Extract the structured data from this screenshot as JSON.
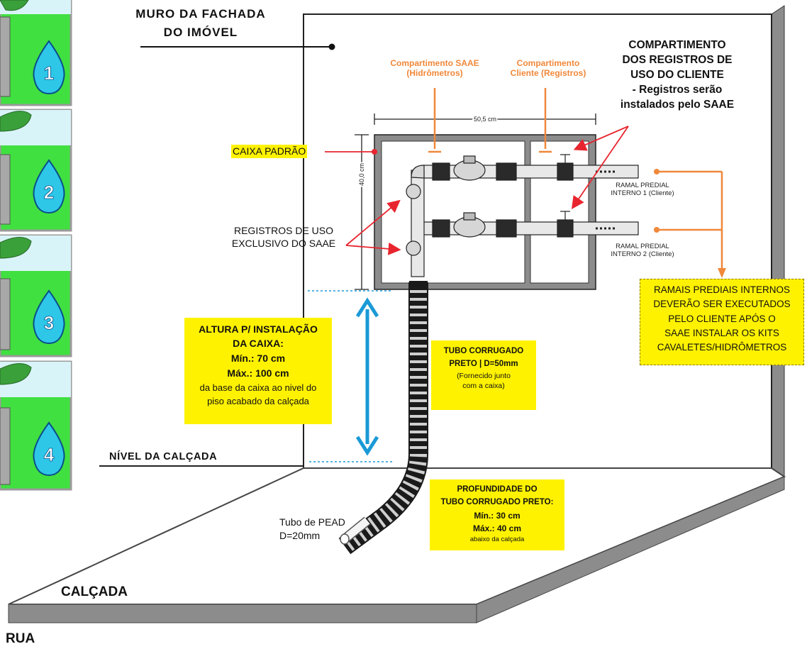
{
  "labels": {
    "wall_title": [
      "MURO DA FACHADA",
      "DO IMÓVEL"
    ],
    "comp_saae": [
      "Compartimento SAAE",
      "(Hidrômetros)"
    ],
    "comp_cliente": [
      "Compartimento",
      "Cliente (Registros)"
    ],
    "client_comp": [
      "COMPARTIMENTO",
      "DOS REGISTROS DE",
      "USO DO CLIENTE",
      "- Registros serão",
      "instalados pelo SAAE"
    ],
    "width_dim": "50,5 cm",
    "height_dim": "40,0 cm",
    "caixa_padrao": "CAIXA PADRÃO",
    "registros_saae": [
      "REGISTROS DE USO",
      "EXCLUSIVO DO SAAE"
    ],
    "ramal1": [
      "RAMAL PREDIAL",
      "INTERNO 1 (Cliente)"
    ],
    "ramal2": [
      "RAMAL PREDIAL",
      "INTERNO 2 (Cliente)"
    ],
    "ramais_note": [
      "RAMAIS PREDIAIS INTERNOS",
      "DEVERÃO SER EXECUTADOS",
      "PELO CLIENTE APÓS O",
      "SAAE INSTALAR OS KITS",
      "CAVALETES/HIDRÔMETROS"
    ],
    "altura_title": [
      "ALTURA P/ INSTALAÇÃO",
      "DA CAIXA:"
    ],
    "altura_min": "Mín.: 70 cm",
    "altura_max": "Máx.: 100 cm",
    "altura_note": [
      "da base da caixa ao nivel do",
      "piso acabado da calçada"
    ],
    "tubo_title": [
      "TUBO CORRUGADO",
      "PRETO  |  D=50mm"
    ],
    "tubo_note": [
      "(Fornecido junto",
      "com a caixa)"
    ],
    "nivel_calcada": "NÍVEL DA CALÇADA",
    "profundidade_title": [
      "PROFUNDIDADE DO",
      "TUBO CORRUGADO PRETO:"
    ],
    "prof_min": "Mín.: 30 cm",
    "prof_max": "Máx.: 40 cm",
    "prof_note": "abaixo da calçada",
    "pead": [
      "Tubo de PEAD",
      "D=20mm"
    ],
    "calcada": "CALÇADA",
    "rua": "RUA",
    "steps": [
      "1",
      "2",
      "3",
      "4"
    ]
  },
  "colors": {
    "orange": "#f0883a",
    "red": "#e8252f",
    "blue": "#1a9ad6",
    "yellow": "#fff200",
    "green": "#40e040",
    "sky": "#d8f4f8",
    "gray": "#8c8c8c"
  }
}
